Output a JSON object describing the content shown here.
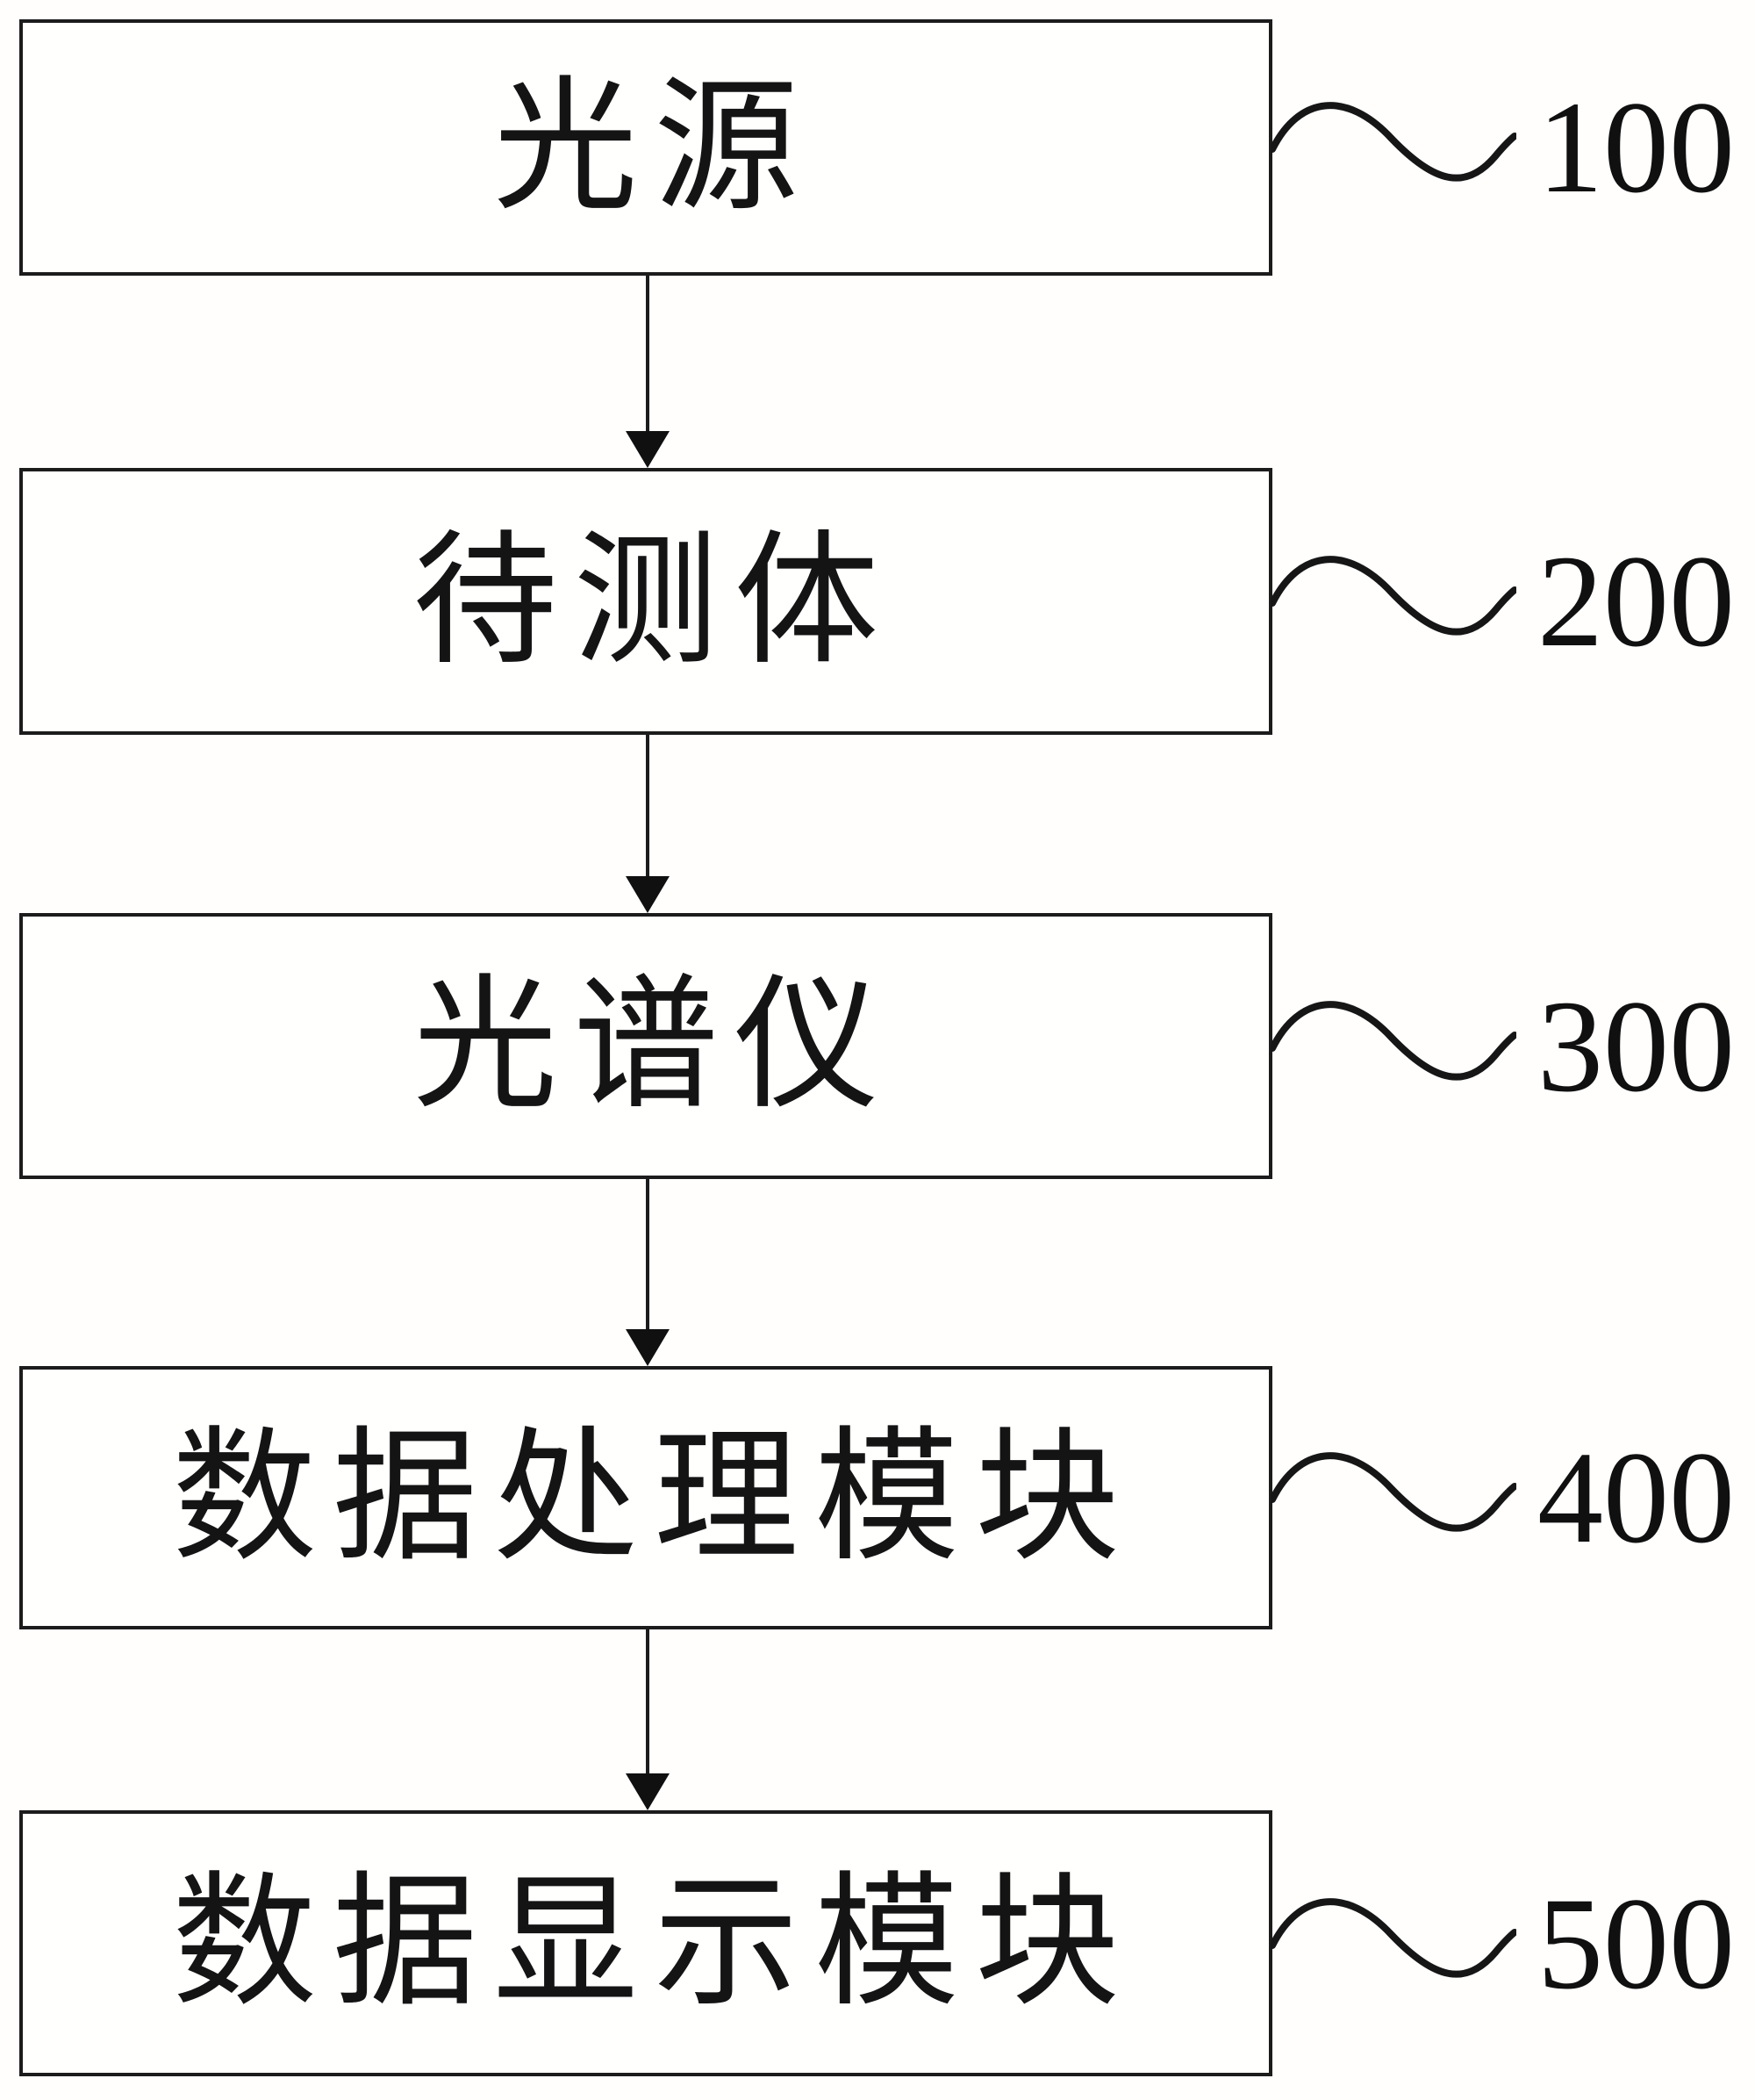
{
  "figure": {
    "kind": "patent-flow-diagram",
    "background_color": "#ffffff",
    "line_color": "#1c1c1c",
    "text_color": "#111111"
  },
  "boxes": [
    {
      "label": "光源",
      "ref": "100"
    },
    {
      "label": "待测体",
      "ref": "200"
    },
    {
      "label": "光谱仪",
      "ref": "300"
    },
    {
      "label": "数据处理模块",
      "ref": "400"
    },
    {
      "label": "数据显示模块",
      "ref": "500"
    }
  ]
}
